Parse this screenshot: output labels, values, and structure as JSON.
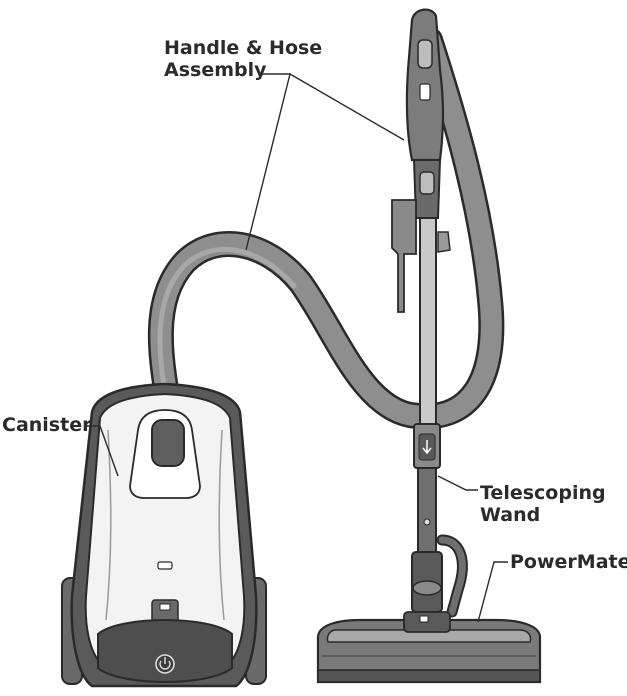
{
  "labels": {
    "handle_line1": "Handle & Hose",
    "handle_line2": "Assembly",
    "canister": "Canister",
    "wand_line1": "Telescoping",
    "wand_line2": "Wand",
    "powermate": "PowerMate"
  },
  "colors": {
    "outline": "#2a2a2a",
    "hose": "#8e8e8e",
    "hose_dark": "#5f5f5f",
    "body_light": "#f4f4f4",
    "body_mid": "#b9b9b9",
    "body_dark": "#555555",
    "label_text": "#2b2b2b"
  },
  "icons": [
    "arrow-down-icon",
    "power-icon"
  ]
}
